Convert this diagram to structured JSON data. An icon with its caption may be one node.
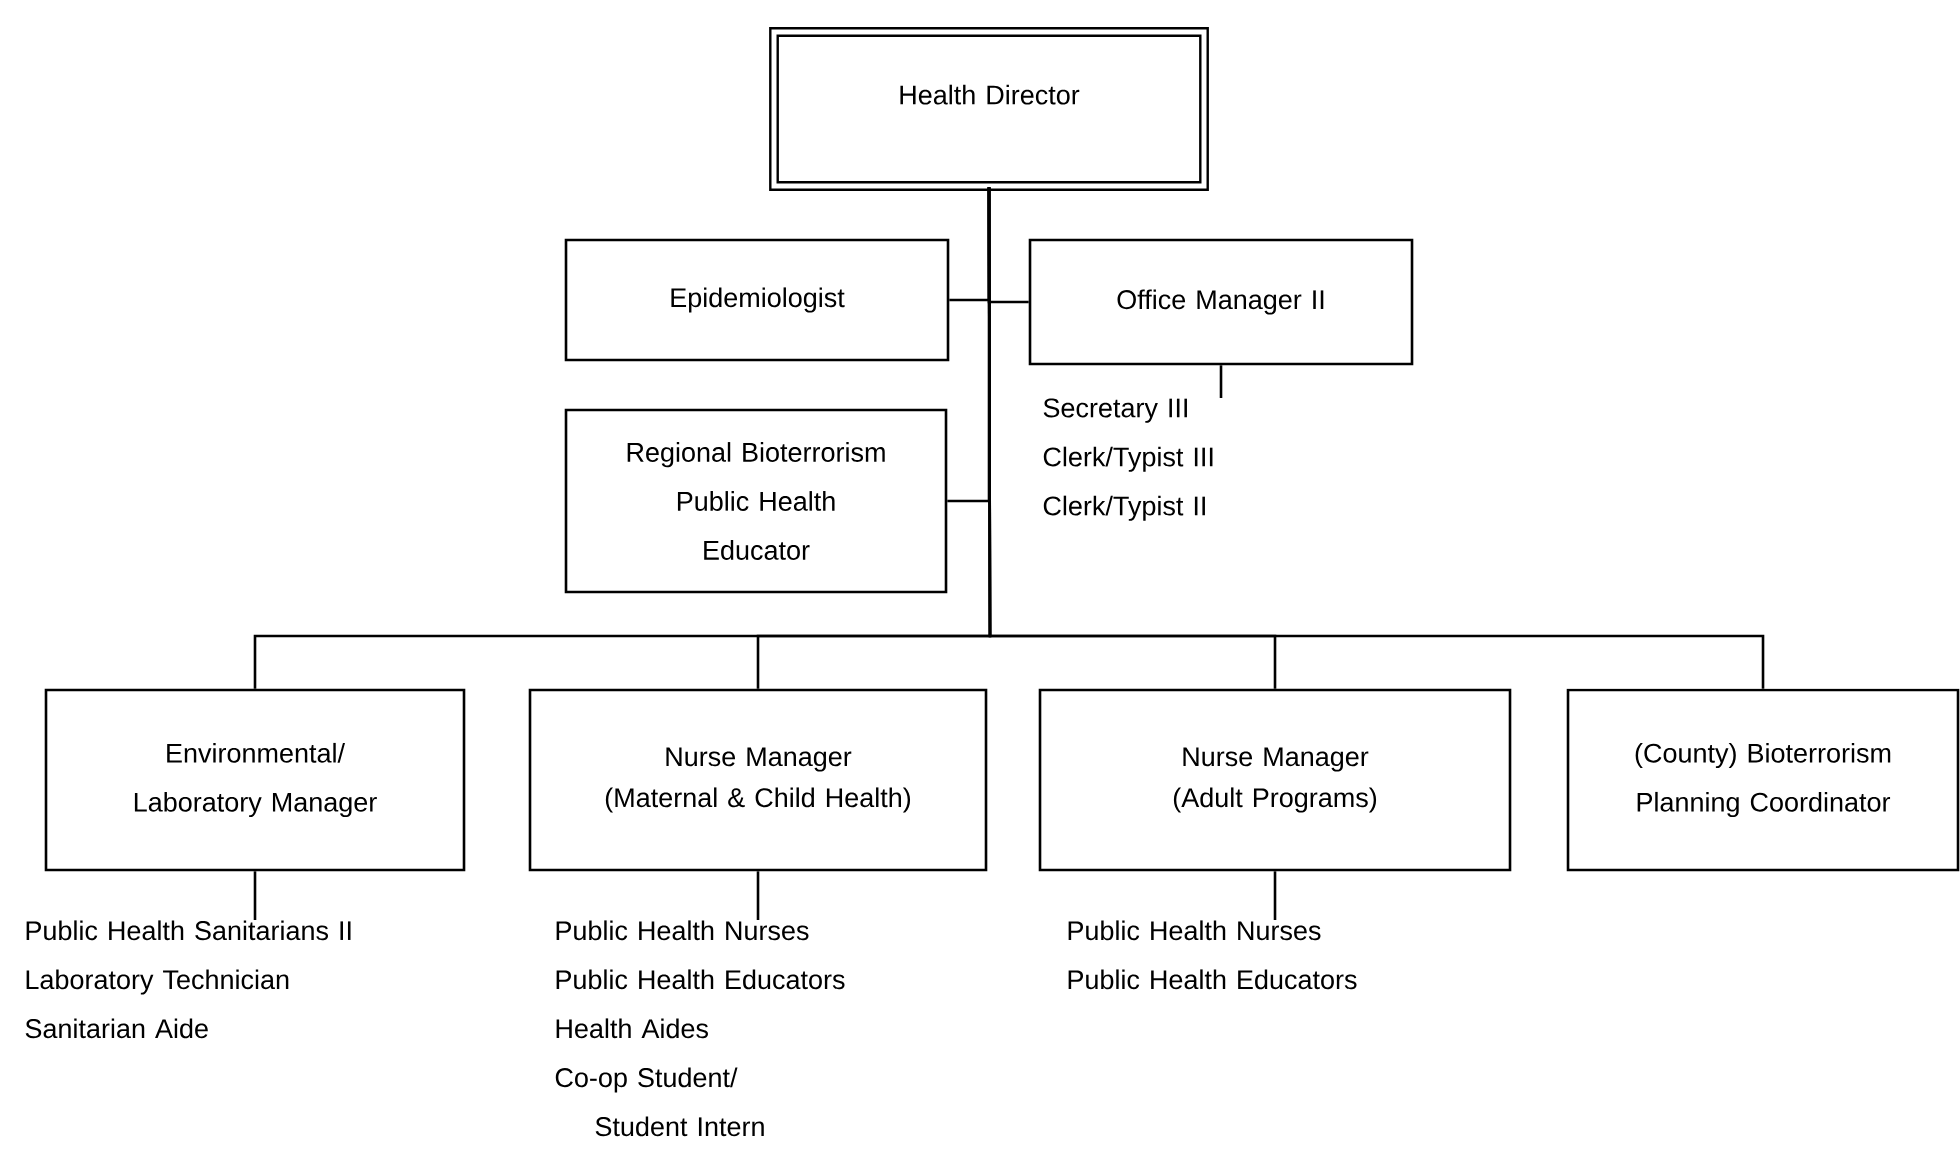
{
  "diagram": {
    "nodes": [
      {
        "text": [
          "Health Director"
        ]
      },
      {
        "text": [
          "Epidemiologist"
        ]
      },
      {
        "text": [
          "Office Manager II"
        ]
      },
      {
        "text": [
          "Secretary III",
          "Clerk/Typist III",
          "Clerk/Typist II"
        ]
      },
      {
        "text": [
          "Regional Bioterrorism Public Health Educator"
        ]
      },
      {
        "text": [
          "Environmental/ Laboratory Manager"
        ]
      },
      {
        "text": [
          "Nurse Manager",
          "(Maternal & Child Health)"
        ]
      },
      {
        "text": [
          "Nurse Manager",
          "(Adult Programs)"
        ]
      },
      {
        "text": [
          "(County) Bioterrorism Planning Coordinator"
        ]
      },
      {
        "text": [
          "Public Health Sanitarians II",
          "Laboratory Technician",
          "Sanitarian Aide"
        ]
      },
      {
        "text": [
          "Public Health Nurses",
          "Public Health Educators",
          "Health Aides",
          "Co-op Student/ Student Intern"
        ]
      },
      {
        "text": [
          "Public Health Nurses",
          "Public Health Educators"
        ]
      }
    ],
    "edges": [
      {
        "from": 0,
        "to": 1,
        "arrow": "none"
      },
      {
        "from": 0,
        "to": 2,
        "arrow": "none"
      },
      {
        "from": 0,
        "to": 4,
        "arrow": "none"
      },
      {
        "from": 2,
        "to": 3,
        "arrow": "none"
      },
      {
        "from": 0,
        "to": 5,
        "arrow": "none"
      },
      {
        "from": 0,
        "to": 6,
        "arrow": "none"
      },
      {
        "from": 0,
        "to": 7,
        "arrow": "none"
      },
      {
        "from": 0,
        "to": 8,
        "arrow": "none"
      },
      {
        "from": 5,
        "to": 9,
        "arrow": "none"
      },
      {
        "from": 6,
        "to": 10,
        "arrow": "none"
      },
      {
        "from": 7,
        "to": 11,
        "arrow": "none"
      }
    ]
  }
}
